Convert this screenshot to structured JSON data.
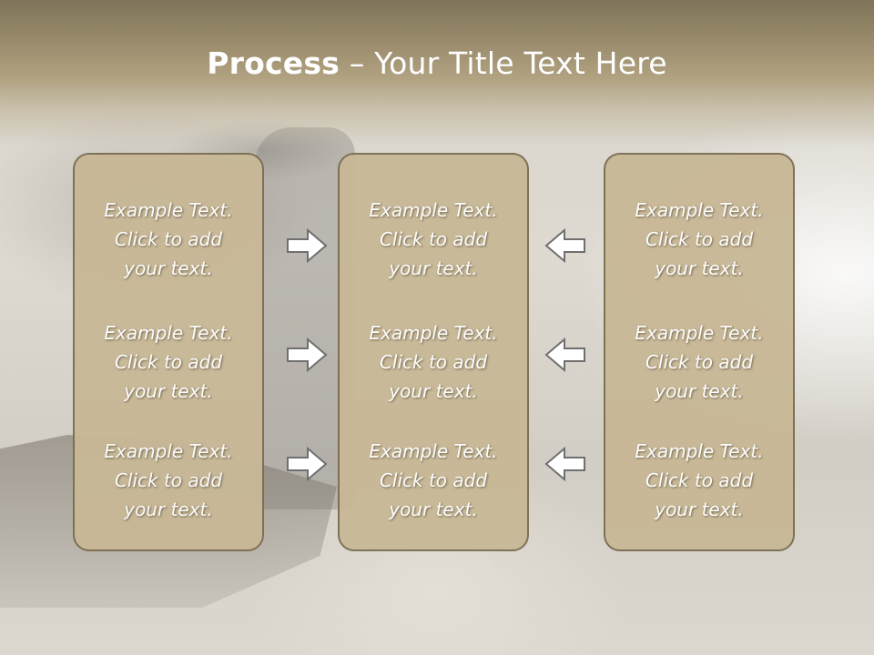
{
  "slide": {
    "title_bold": "Process",
    "title_rest": " – Your Title Text Here"
  },
  "colors": {
    "title_band": "#9a8c6c",
    "panel_fill": "#c8b896",
    "panel_border": "#7b6e53",
    "arrow_stroke": "#6f6f6f",
    "text": "#ffffff"
  },
  "panels": [
    {
      "items": [
        {
          "line1": "Example Text.",
          "line2": "Click  to add",
          "line3": "your text."
        },
        {
          "line1": "Example Text.",
          "line2": "Click  to add",
          "line3": "your text."
        },
        {
          "line1": "Example Text.",
          "line2": "Click  to add",
          "line3": "your text."
        }
      ]
    },
    {
      "items": [
        {
          "line1": "Example Text.",
          "line2": "Click  to add",
          "line3": "your text."
        },
        {
          "line1": "Example Text.",
          "line2": "Click  to add",
          "line3": "your text."
        },
        {
          "line1": "Example Text.",
          "line2": "Click  to add",
          "line3": "your text."
        }
      ]
    },
    {
      "items": [
        {
          "line1": "Example Text.",
          "line2": "Click  to add",
          "line3": "your text."
        },
        {
          "line1": "Example Text.",
          "line2": "Click  to add",
          "line3": "your text."
        },
        {
          "line1": "Example Text.",
          "line2": "Click  to add",
          "line3": "your text."
        }
      ]
    }
  ],
  "arrows": {
    "left_column": "right-arrow-icon",
    "right_column": "left-arrow-icon"
  }
}
